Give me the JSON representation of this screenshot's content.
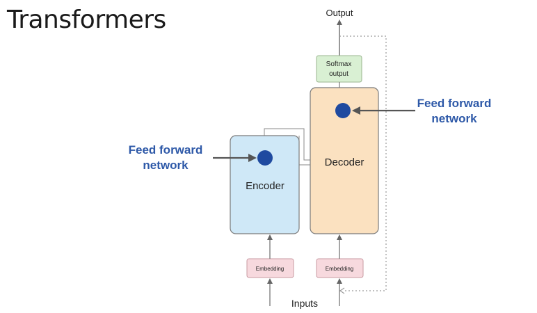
{
  "slide": {
    "title": "Transformers"
  },
  "diagram": {
    "output_label": "Output",
    "inputs_label": "Inputs",
    "softmax_label_line1": "Softmax",
    "softmax_label_line2": "output",
    "decoder_label": "Decoder",
    "encoder_label": "Encoder",
    "embedding_left_label": "Embedding",
    "embedding_right_label": "Embedding"
  },
  "annotations": {
    "left_line1": "Feed forward",
    "left_line2": "network",
    "right_line1": "Feed forward",
    "right_line2": "network"
  },
  "colors": {
    "encoder_fill": "#cfe8f7",
    "decoder_fill": "#fbe1c0",
    "softmax_fill": "#d9f0d3",
    "embedding_fill": "#f7d9de",
    "ffn_dot": "#1f4aa0",
    "annotation_text": "#2e59a8"
  }
}
